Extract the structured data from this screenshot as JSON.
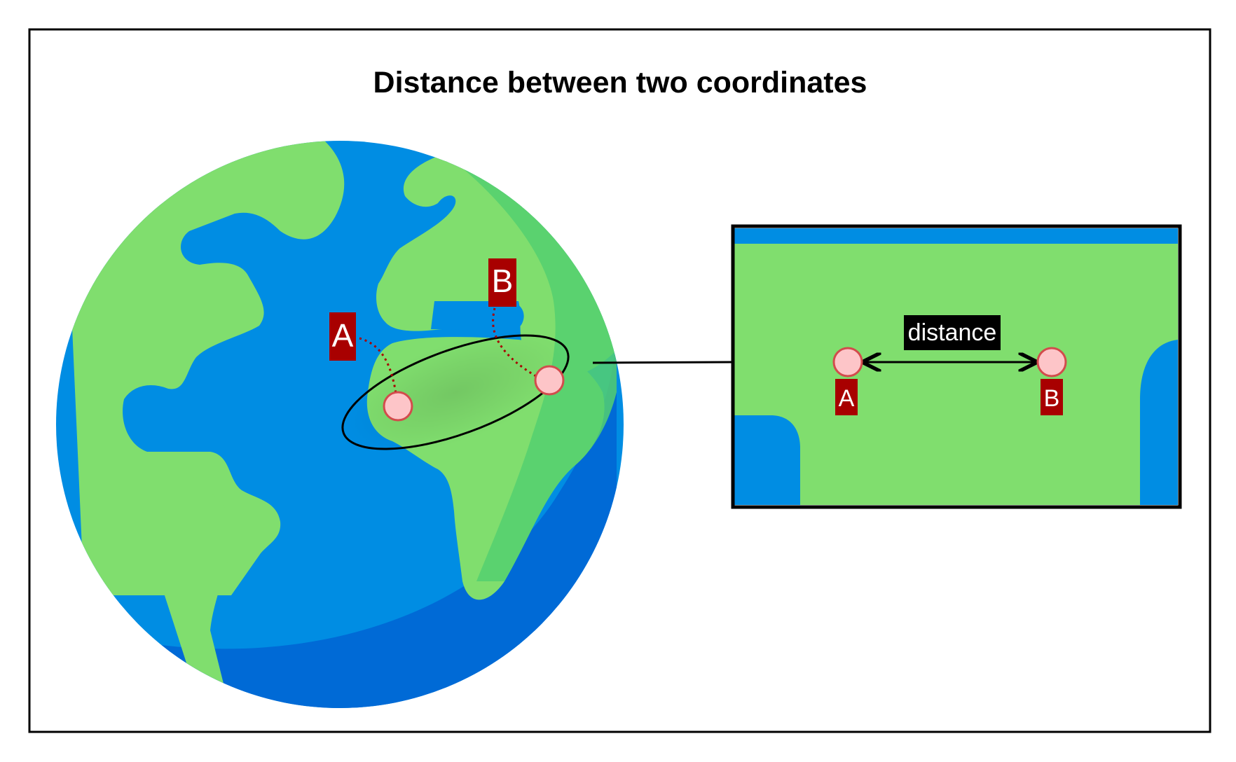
{
  "title": "Distance between two coordinates",
  "globe": {
    "point_a_label": "A",
    "point_b_label": "B"
  },
  "zoom_panel": {
    "distance_label": "distance",
    "point_a_label": "A",
    "point_b_label": "B"
  },
  "colors": {
    "ocean": "#008de3",
    "ocean_shadow": "#006ad6",
    "land": "#80de6e",
    "land_shadow": "#54d070",
    "marker_fill": "#fdc5c8",
    "marker_stroke": "#d24c4c",
    "label_bg": "#a80000",
    "connector_line": "#a80000",
    "distance_bg": "#000000",
    "frame": "#000000"
  },
  "icons": {
    "globe": "earth-globe-icon",
    "marker": "location-point-icon",
    "arrow": "double-headed-arrow-icon"
  }
}
